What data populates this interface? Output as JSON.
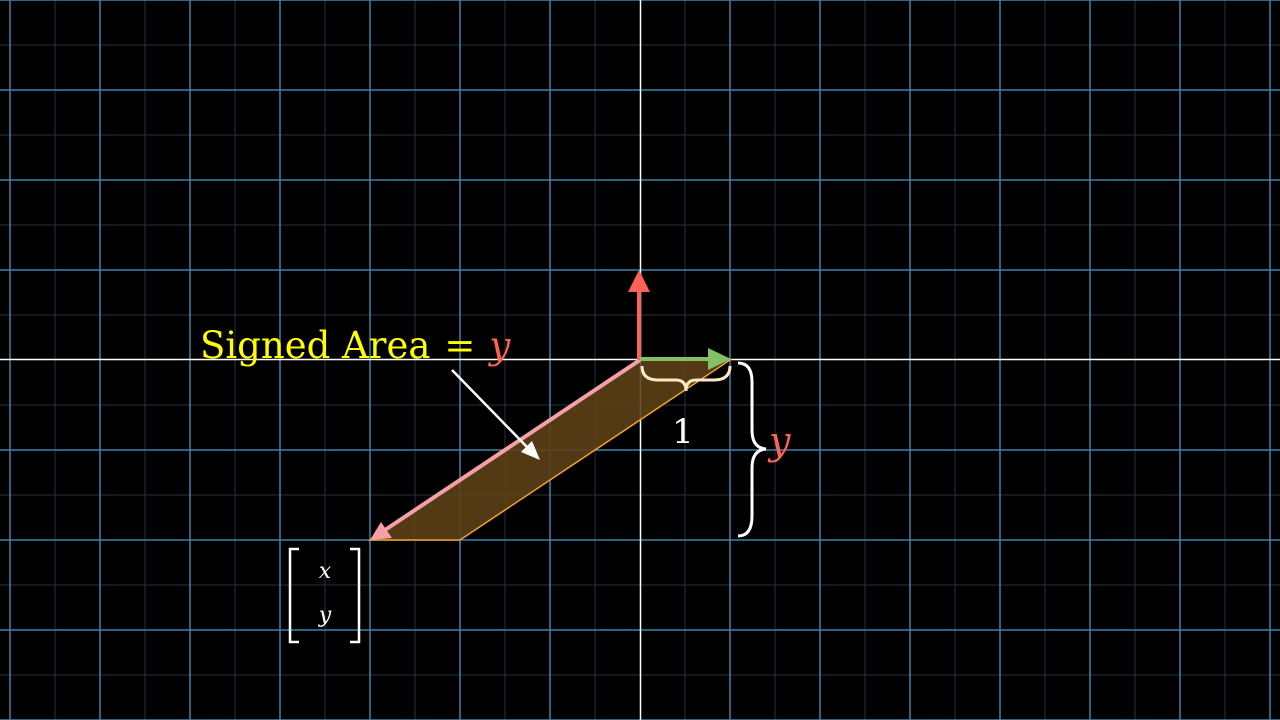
{
  "annotation": {
    "label_text": "Signed  Area",
    "equals": "=",
    "variable": "y"
  },
  "width_label": "1",
  "height_label": "y",
  "vector_entries": {
    "top": "x",
    "bottom": "y"
  },
  "colors": {
    "background": "#000000",
    "grid_major": "#3f82a8",
    "grid_minor": "#23343f",
    "axis": "#ffffff",
    "i_hat": "#83c167",
    "j_hat": "#fc6255",
    "transformed_j": "#f59fa6",
    "area_fill": "#5c3f16",
    "area_edge": "#f0a030",
    "label_yellow": "#ffff00",
    "label_red": "#fc6255",
    "brace_top": "#fde8c4",
    "white": "#ffffff"
  }
}
